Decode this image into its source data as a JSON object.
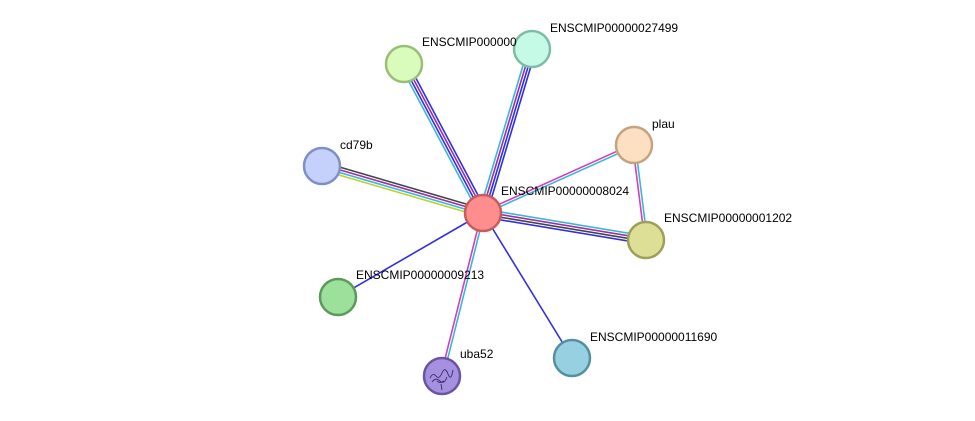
{
  "nodes": [
    {
      "id": "center",
      "label": "ENSCMIP00000008024",
      "fill": "#fe8d8d",
      "stroke": "#c85b5b"
    },
    {
      "id": "n27499",
      "label": "ENSCMIP00000027499",
      "fill": "#c4fae6",
      "stroke": "#7fbca7"
    },
    {
      "id": "ntop",
      "label": "ENSCMIP000000",
      "fill": "#d9fbbb",
      "stroke": "#97bf75"
    },
    {
      "id": "plau",
      "label": "plau",
      "fill": "#fde0c1",
      "stroke": "#c4a47f"
    },
    {
      "id": "cd79b",
      "label": "cd79b",
      "fill": "#c5d1fb",
      "stroke": "#7e8fc7"
    },
    {
      "id": "n1202",
      "label": "ENSCMIP00000001202",
      "fill": "#dcdf95",
      "stroke": "#9ea058"
    },
    {
      "id": "n9213",
      "label": "ENSCMIP00000009213",
      "fill": "#9ce09b",
      "stroke": "#5c9a5c"
    },
    {
      "id": "uba52",
      "label": "uba52",
      "fill": "#a591e0",
      "stroke": "#6a55a5"
    },
    {
      "id": "n11690",
      "label": "ENSCMIP00000011690",
      "fill": "#97d0e0",
      "stroke": "#55909f"
    }
  ],
  "edge_colors": {
    "blue": "#3030e0",
    "purple": "#9a2fa8",
    "cyan": "#3cb6d8",
    "black": "#444444",
    "yellowgreen": "#b5d432",
    "magenta": "#d23fbf"
  },
  "edges": [
    {
      "source": "center",
      "target": "ntop",
      "colors": [
        "cyan",
        "blue",
        "purple",
        "blue"
      ]
    },
    {
      "source": "center",
      "target": "n27499",
      "colors": [
        "cyan",
        "purple",
        "blue",
        "blue"
      ]
    },
    {
      "source": "center",
      "target": "plau",
      "colors": [
        "magenta",
        "cyan"
      ]
    },
    {
      "source": "center",
      "target": "cd79b",
      "colors": [
        "yellowgreen",
        "cyan",
        "purple",
        "black"
      ]
    },
    {
      "source": "center",
      "target": "n1202",
      "colors": [
        "cyan",
        "purple",
        "black",
        "blue"
      ]
    },
    {
      "source": "plau",
      "target": "n1202",
      "colors": [
        "cyan",
        "magenta"
      ]
    },
    {
      "source": "center",
      "target": "n9213",
      "colors": [
        "blue"
      ]
    },
    {
      "source": "center",
      "target": "uba52",
      "colors": [
        "cyan",
        "magenta"
      ]
    },
    {
      "source": "center",
      "target": "n11690",
      "colors": [
        "blue"
      ]
    }
  ]
}
